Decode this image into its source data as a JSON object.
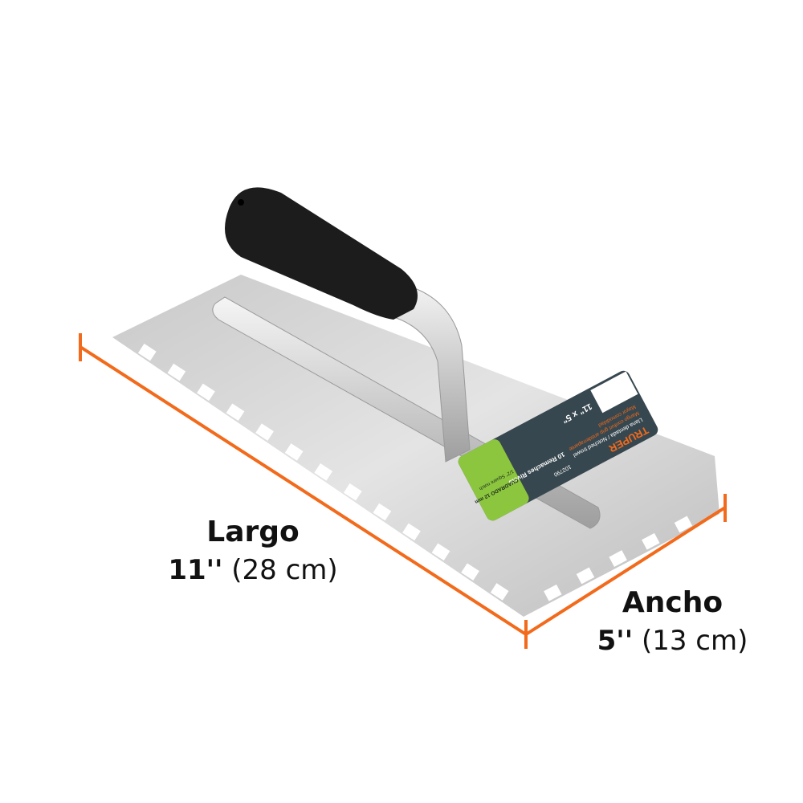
{
  "product": {
    "brand_logo": "TRUPER",
    "label_lines": [
      "Llana dentada / Notched trowel",
      "Mango confort grip antiderrapante",
      "Mayor comodidad",
      "102790",
      "10 Remaches Rivets",
      "11\" x 5\"",
      "CUADRADO 12 mm",
      "1/2\" Square notch"
    ]
  },
  "dimensions": {
    "length": {
      "label": "Largo",
      "imperial": "11''",
      "metric": "(28 cm)"
    },
    "width": {
      "label": "Ancho",
      "imperial": "5''",
      "metric": "(13 cm)"
    }
  },
  "colors": {
    "accent": "#f26a1b",
    "label_bg": "#37474f",
    "label_green": "#8cc63f"
  }
}
